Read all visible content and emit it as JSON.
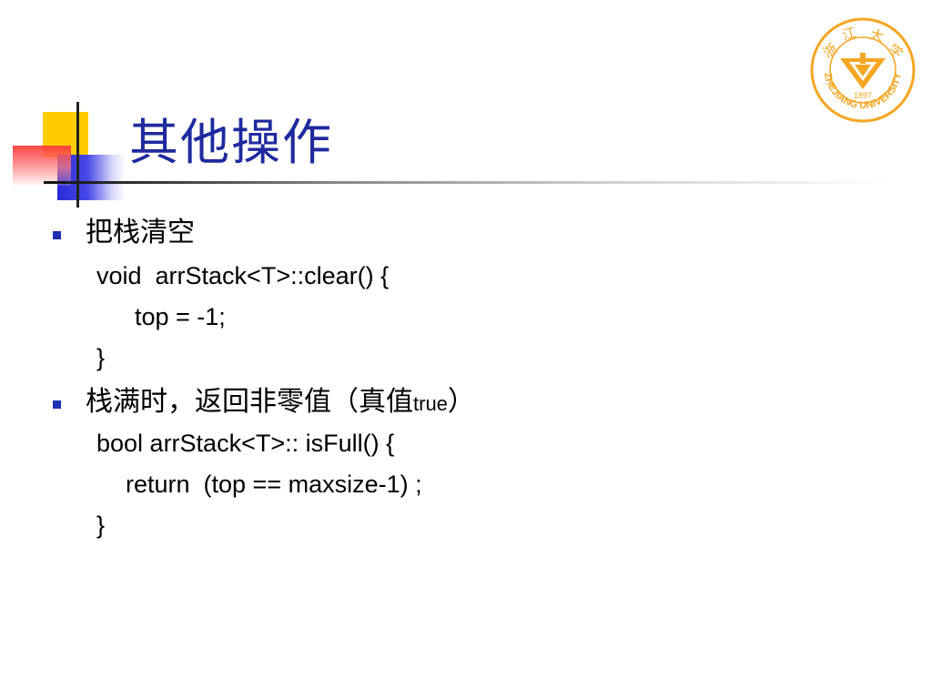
{
  "slide": {
    "title": "其他操作",
    "logo": {
      "chars": [
        "浙",
        "江",
        "大",
        "学"
      ],
      "year": "1897",
      "name": "ZHEJIANG UNIVERSITY",
      "color": "#f5a623"
    },
    "bullets": [
      {
        "heading": "把栈清空",
        "code": [
          "void  arrStack<T>::clear() {",
          "top = -1;",
          "}"
        ]
      },
      {
        "heading_main": "栈满时，返回非零值（真值",
        "heading_true": "true",
        "heading_close": "）",
        "code": [
          "bool arrStack<T>:: isFull() {",
          "return  (top == maxsize-1) ;",
          "}"
        ]
      }
    ]
  },
  "colors": {
    "title": "#1e2a9e",
    "bullet": "#1f2fb0",
    "yellow": "#ffcc00",
    "red": "#ff4040",
    "blue": "#2a2ad8"
  }
}
